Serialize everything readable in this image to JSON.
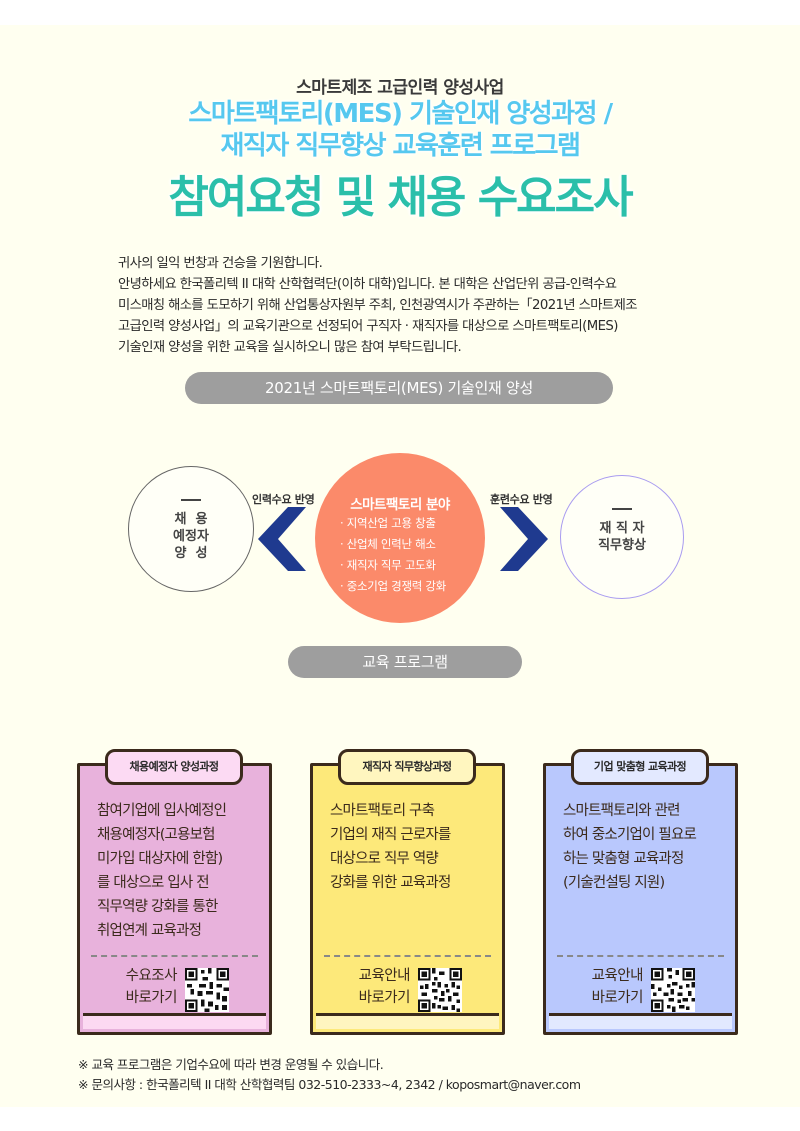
{
  "header": {
    "subtitle": "스마트제조 고급인력 양성사업",
    "title_line1": "스마트팩토리(MES) 기술인재 양성과정 /",
    "title_line2": "재직자 직무향상 교육훈련 프로그램",
    "headline": "참여요청 및 채용 수요조사"
  },
  "intro": {
    "lines": [
      "귀사의 일익 번창과 건승을 기원합니다.",
      "안녕하세요 한국폴리텍 II 대학 산학협력단(이하 대학)입니다. 본 대학은 산업단위 공급-인력수요",
      "미스매칭 해소를 도모하기 위해 산업통상자원부 주최, 인천광역시가 주관하는「2021년 스마트제조",
      "고급인력 양성사업」의 교육기관으로 선정되어 구직자 · 재직자를 대상으로 스마트팩토리(MES)",
      "기술인재 양성을 위한 교육을 실시하오니 많은 참여 부탁드립니다."
    ]
  },
  "section1": {
    "label": "2021년 스마트팩토리(MES) 기술인재 양성"
  },
  "diagram": {
    "left_circle": {
      "lines": [
        "채  용",
        "예정자",
        "양  성"
      ]
    },
    "left_arrow_label": "인력수요 반영",
    "center": {
      "title": "스마트팩토리 분야",
      "items": [
        "· 지역산업 고용 창출",
        "· 산업체 인력난 해소",
        "· 재직자 직무 고도화",
        "· 중소기업 경쟁력 강화"
      ]
    },
    "right_arrow_label": "훈련수요 반영",
    "right_circle": {
      "lines": [
        "재 직 자",
        "직무향상"
      ]
    },
    "colors": {
      "center": "#fb8a6a",
      "arrow": "#1f3a8f"
    }
  },
  "section2": {
    "label": "교육 프로그램"
  },
  "cards": [
    {
      "tab": "채용예정자 양성과정",
      "body": [
        "참여기업에 입사예정인",
        "채용예정자(고용보험",
        "미가입 대상자에 한함)",
        "를 대상으로 입사 전",
        "직무역량 강화를 통한",
        "취업연계 교육과정"
      ],
      "link": [
        "수요조사",
        "바로가기"
      ],
      "color": "#e8b2dc"
    },
    {
      "tab": "재직자 직무향상과정",
      "body": [
        "스마트팩토리 구축",
        "기업의 재직 근로자를",
        "대상으로 직무 역량",
        "강화를 위한 교육과정"
      ],
      "link": [
        "교육안내",
        "바로가기"
      ],
      "color": "#fde97a"
    },
    {
      "tab": "기업 맞춤형 교육과정",
      "body": [
        "스마트팩토리와 관련",
        "하여 중소기업이 필요로",
        "하는 맞춤형 교육과정",
        "(기술컨설팅 지원)"
      ],
      "link": [
        "교육안내",
        "바로가기"
      ],
      "color": "#b9c8fd"
    }
  ],
  "footer": {
    "note": "※  교육 프로그램은 기업수요에 따라 변경 운영될 수 있습니다.",
    "contact": "※  문의사항 : 한국폴리텍 II 대학 산학협력팀 032-510-2333~4, 2342  /  koposmart@naver.com"
  }
}
